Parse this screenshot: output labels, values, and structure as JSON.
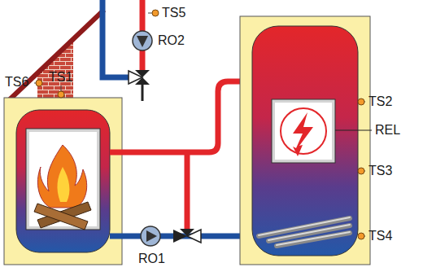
{
  "diagram": {
    "labels": [
      "TS5",
      "RO2",
      "TS6",
      "TS1",
      "TS2",
      "REL",
      "TS3",
      "RO1",
      "TS4"
    ]
  }
}
